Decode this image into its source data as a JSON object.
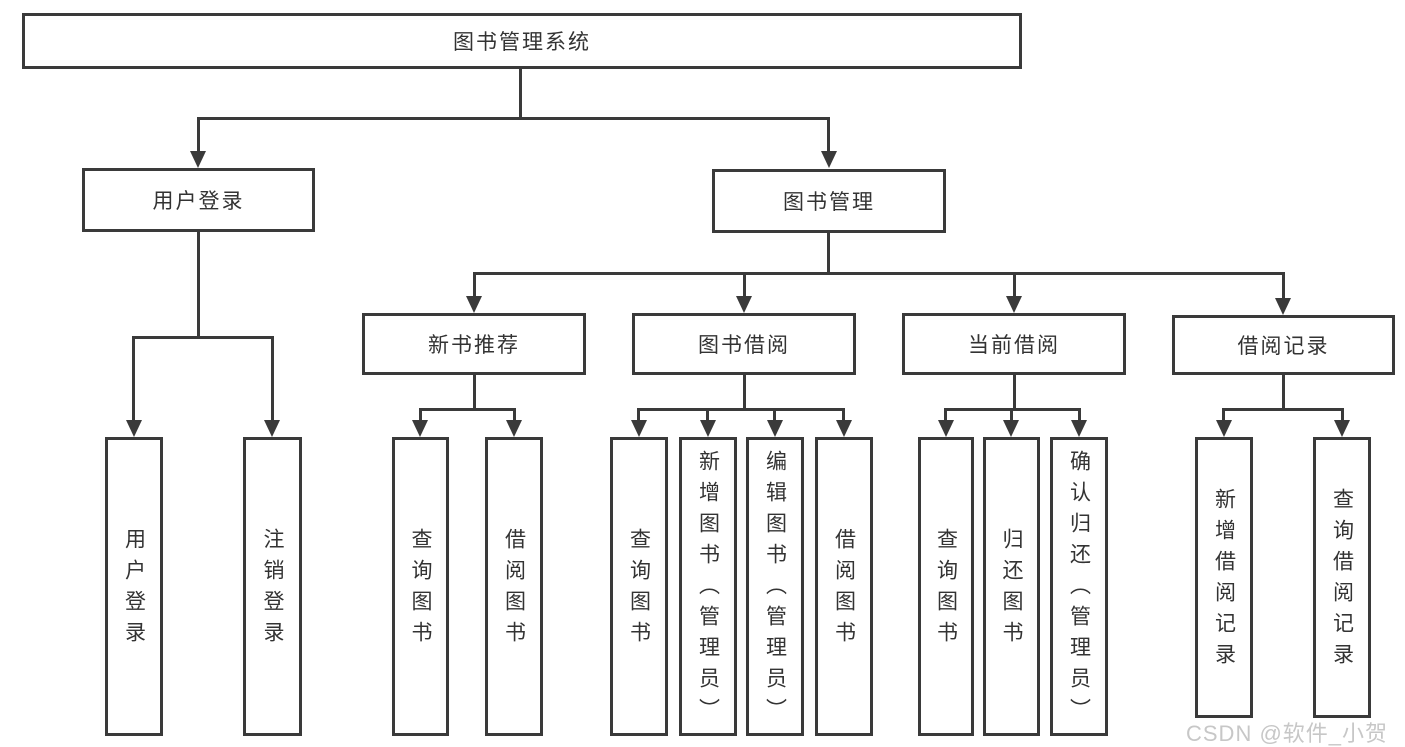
{
  "diagram": {
    "type": "tree",
    "title": "图书管理系统",
    "hierarchy": {
      "图书管理系统": [
        "用户登录",
        "图书管理"
      ],
      "用户登录": [
        "用户登录",
        "注销登录"
      ],
      "图书管理": [
        "新书推荐",
        "图书借阅",
        "当前借阅",
        "借阅记录"
      ],
      "新书推荐": [
        "查询图书",
        "借阅图书"
      ],
      "图书借阅": [
        "查询图书",
        "新增图书（管理员）",
        "编辑图书（管理员）",
        "借阅图书"
      ],
      "当前借阅": [
        "查询图书",
        "归还图书",
        "确认归还（管理员）"
      ],
      "借阅记录": [
        "新增借阅记录",
        "查询借阅记录"
      ]
    },
    "colors": {
      "line": "#3a3a3a",
      "text": "#333333",
      "background": "#ffffff",
      "watermark": "#c7c7c7"
    }
  },
  "labels": {
    "root": "图书管理系统",
    "user_login": "用户登录",
    "book_mgmt": "图书管理",
    "new_book": "新书推荐",
    "book_borrow": "图书借阅",
    "current_borrow": "当前借阅",
    "borrow_records": "借阅记录",
    "leaf_user_login": "用户登录",
    "leaf_logout": "注销登录",
    "leaf_nb_query": "查询图书",
    "leaf_nb_borrow": "借阅图书",
    "leaf_bb_query": "查询图书",
    "leaf_bb_add": "新增图书（管理员）",
    "leaf_bb_edit": "编辑图书（管理员）",
    "leaf_bb_borrow": "借阅图书",
    "leaf_cb_query": "查询图书",
    "leaf_cb_return": "归还图书",
    "leaf_cb_confirm": "确认归还（管理员）",
    "leaf_br_add": "新增借阅记录",
    "leaf_br_query": "查询借阅记录",
    "watermark": "CSDN @软件_小贺同学"
  }
}
